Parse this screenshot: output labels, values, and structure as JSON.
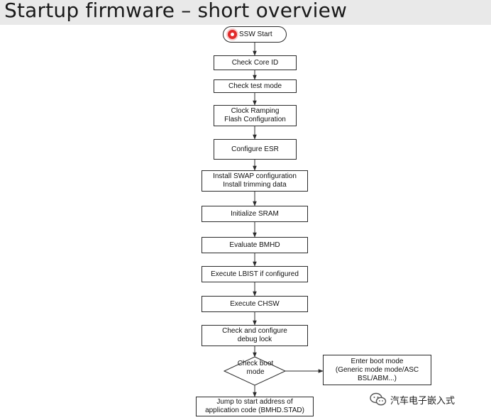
{
  "slide": {
    "title": "Startup firmware – short overview"
  },
  "flowchart": {
    "start": "SSW Start",
    "steps": [
      "Check Core ID",
      "Check test mode",
      "Clock Ramping\nFlash Configuration",
      "Configure ESR",
      "Install SWAP configuration\nInstall trimming data",
      "Initialize SRAM",
      "Evaluate BMHD",
      "Execute LBIST if configured",
      "Execute CHSW",
      "Check and configure\ndebug lock"
    ],
    "decision": "Check boot\nmode",
    "boot_mode": "Enter boot mode\n(Generic mode mode/ASC\nBSL/ABM...)",
    "jump": "Jump to start address of\napplication code (BMHD.STAD)"
  },
  "watermark": {
    "text": "汽车电子嵌入式",
    "icon": "wechat-icon"
  }
}
